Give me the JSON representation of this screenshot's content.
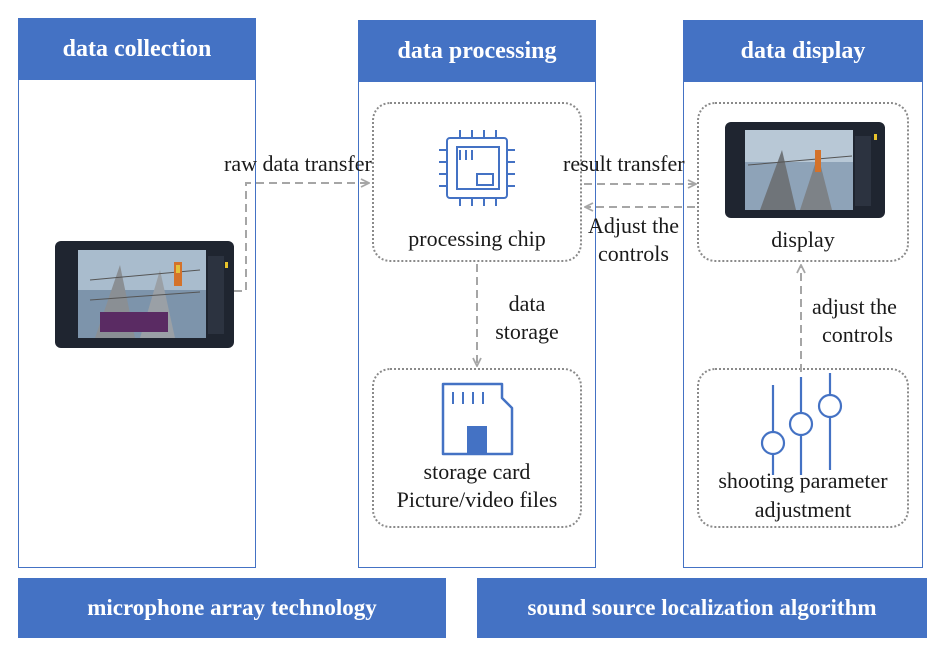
{
  "panels": {
    "collection": {
      "title": "data collection"
    },
    "processing": {
      "title": "data processing"
    },
    "display": {
      "title": "data display"
    }
  },
  "nodes": {
    "chip": {
      "label": "processing chip",
      "icon": "processor-chip-icon"
    },
    "storage": {
      "label_1": "storage card",
      "label_2": "Picture/video files",
      "icon": "sd-card-icon"
    },
    "display": {
      "label": "display",
      "icon": "device-screen-icon"
    },
    "params": {
      "label_1": "shooting parameter",
      "label_2": "adjustment",
      "icon": "slider-controls-icon"
    }
  },
  "edges": {
    "raw": "raw data transfer",
    "storage_1": "data",
    "storage_2": "storage",
    "result": "result transfer",
    "adjust_back_1": "Adjust the",
    "adjust_back_2": "controls",
    "adjust_up_1": "adjust the",
    "adjust_up_2": "controls"
  },
  "bars": {
    "left": "microphone array technology",
    "right": "sound source localization algorithm"
  },
  "colors": {
    "accent": "#4472c4",
    "arrow": "#a6a6a6",
    "device": "#1f2530"
  }
}
